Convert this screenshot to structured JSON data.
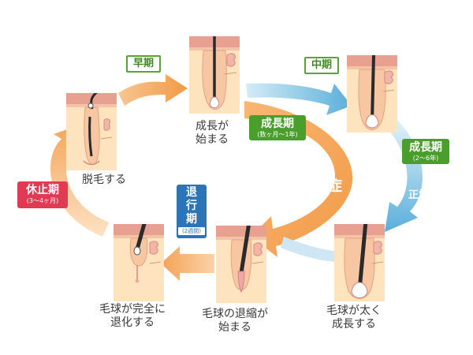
{
  "stages": {
    "top_left": "脱毛する",
    "top_mid_line1": "成長が",
    "top_mid_line2": "始まる",
    "bottom_right_line1": "毛球が太く",
    "bottom_right_line2": "成長する",
    "bottom_mid_line1": "毛球の退縮が",
    "bottom_mid_line2": "始まる",
    "bottom_left_line1": "毛球が完全に",
    "bottom_left_line2": "退化する"
  },
  "phases": {
    "early": "早期",
    "middle": "中期",
    "growth_center_title": "成長期",
    "growth_center_sub": "(数ヶ月〜1年)",
    "growth_right_title": "成長期",
    "growth_right_sub": "(2〜6年)",
    "regression_chars": [
      "退",
      "行",
      "期"
    ],
    "regression_sub": "(2週間)",
    "rest_title": "休止期",
    "rest_sub": "(3〜4ヶ月)"
  },
  "arrows": {
    "alopecia_label": "脱毛症",
    "normal_label": "正常時"
  },
  "colors": {
    "orange": "#f5a95a",
    "blue": "#6ab4dc",
    "green": "#4a9e2c",
    "red": "#e23a52",
    "navy": "#2b74b8",
    "skin_top": "#e8a090",
    "skin_body": "#fde4bf"
  }
}
